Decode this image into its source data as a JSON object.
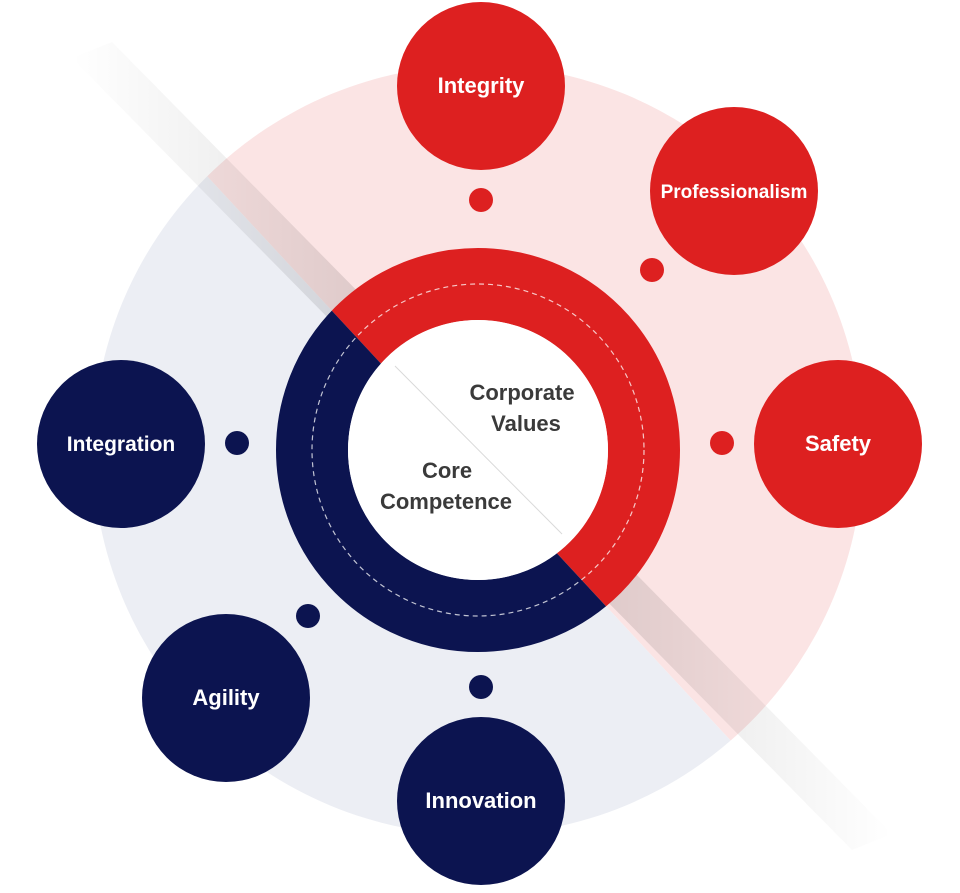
{
  "center": {
    "values_line1": "Corporate",
    "values_line2": "Values",
    "competence_line1": "Core",
    "competence_line2": "Competence"
  },
  "values": [
    {
      "label": "Integrity"
    },
    {
      "label": "Professionalism"
    },
    {
      "label": "Safety"
    }
  ],
  "competences": [
    {
      "label": "Integration"
    },
    {
      "label": "Agility"
    },
    {
      "label": "Innovation"
    }
  ],
  "colors": {
    "values_red": "#dd2020",
    "competence_navy": "#0c1450",
    "text_dark": "#3a3a3a",
    "values_halo": "#fde9e9",
    "competence_halo": "#eceef4"
  }
}
